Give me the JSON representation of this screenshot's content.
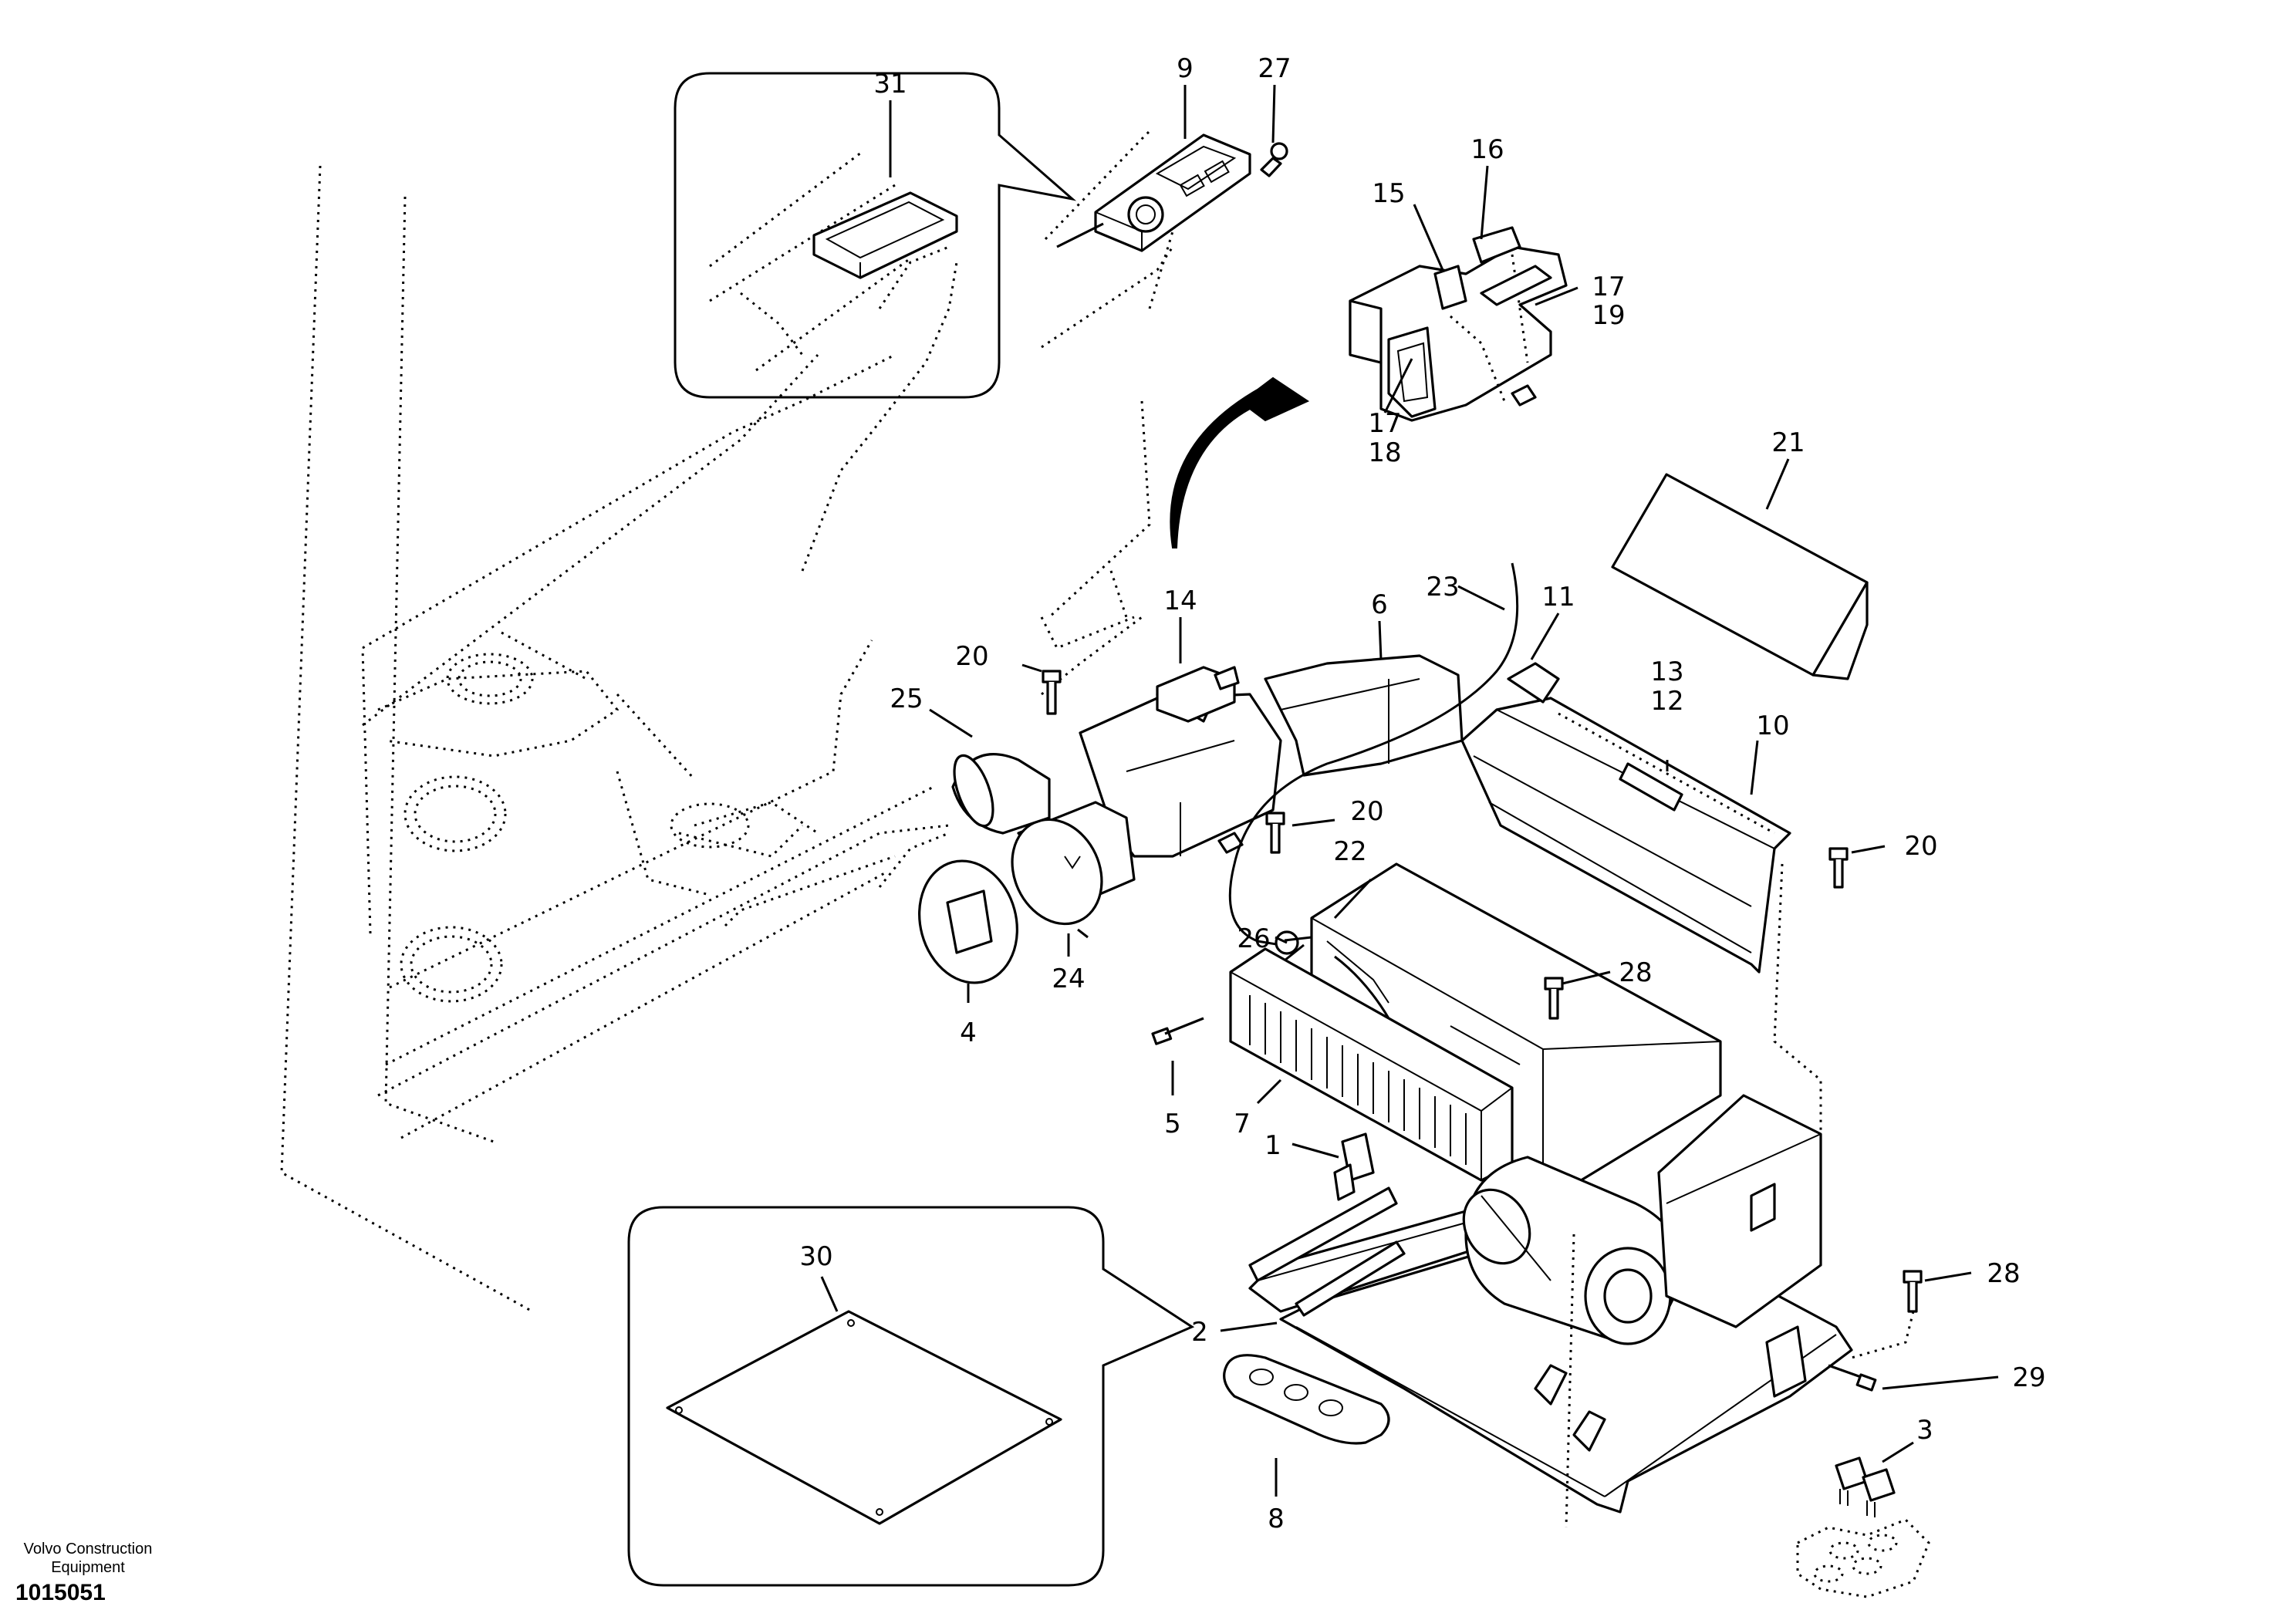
{
  "brand": {
    "line1": "Volvo Construction",
    "line2": "Equipment"
  },
  "drawing_number": "1015051",
  "callouts": {
    "c1": "1",
    "c2": "2",
    "c3": "3",
    "c4": "4",
    "c5": "5",
    "c6": "6",
    "c7": "7",
    "c8": "8",
    "c9": "9",
    "c10": "10",
    "c11": "11",
    "c12": "12",
    "c13": "13",
    "c14": "14",
    "c15": "15",
    "c16": "16",
    "c17a": "17",
    "c19": "19",
    "c17b": "17",
    "c18": "18",
    "c20a": "20",
    "c20b": "20",
    "c20c": "20",
    "c21": "21",
    "c22": "22",
    "c23": "23",
    "c24": "24",
    "c25": "25",
    "c26": "26",
    "c27": "27",
    "c28a": "28",
    "c28b": "28",
    "c29": "29",
    "c30": "30",
    "c31": "31"
  }
}
